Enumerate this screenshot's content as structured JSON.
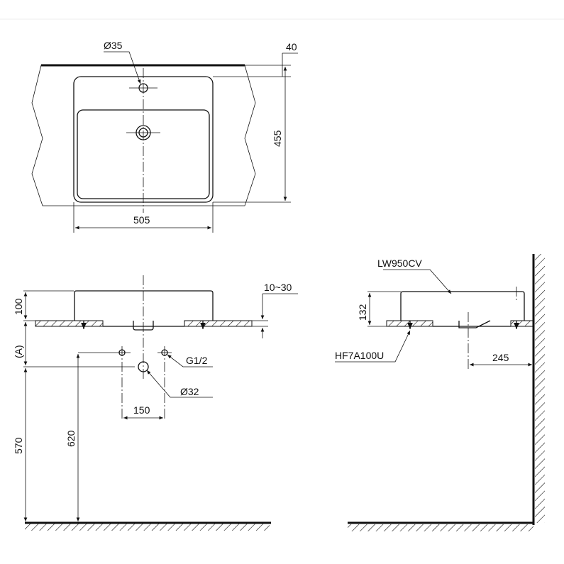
{
  "top_view": {
    "tap_hole_dia": "Ø35",
    "deck_thickness": "40",
    "depth": "455",
    "width": "505"
  },
  "front_view": {
    "height": "100",
    "counter_thickness": "10~30",
    "a_dim": "(A)",
    "supply_thread": "G1/2",
    "drain_dia": "Ø32",
    "supply_spacing": "150",
    "drain_height": "570",
    "supply_height": "620"
  },
  "side_view": {
    "model": "LW950CV",
    "height": "132",
    "fixing_kit": "HF7A100U",
    "wall_distance": "245"
  }
}
